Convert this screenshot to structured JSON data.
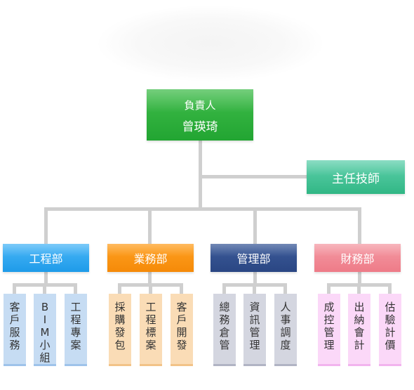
{
  "ceo": {
    "title": "負責人",
    "name": "曾瑛琦"
  },
  "tech": {
    "label": "主任技師"
  },
  "departments": [
    {
      "label": "工程部",
      "subs": [
        "客戶服務",
        "BIM小組",
        "工程專案"
      ]
    },
    {
      "label": "業務部",
      "subs": [
        "採購發包",
        "工程標案",
        "客戶開發"
      ]
    },
    {
      "label": "管理部",
      "subs": [
        "總務倉管",
        "資訊管理",
        "人事調度"
      ]
    },
    {
      "label": "財務部",
      "subs": [
        "成控管理",
        "出納會計",
        "估驗計價"
      ]
    }
  ],
  "colors": {
    "ceo": "#22a532",
    "tech": "#31b785",
    "engineering": "#1e9be9",
    "business": "#f58a08",
    "management": "#2a4683",
    "finance": "#ee7b88",
    "connector": "#cfcfcf"
  }
}
